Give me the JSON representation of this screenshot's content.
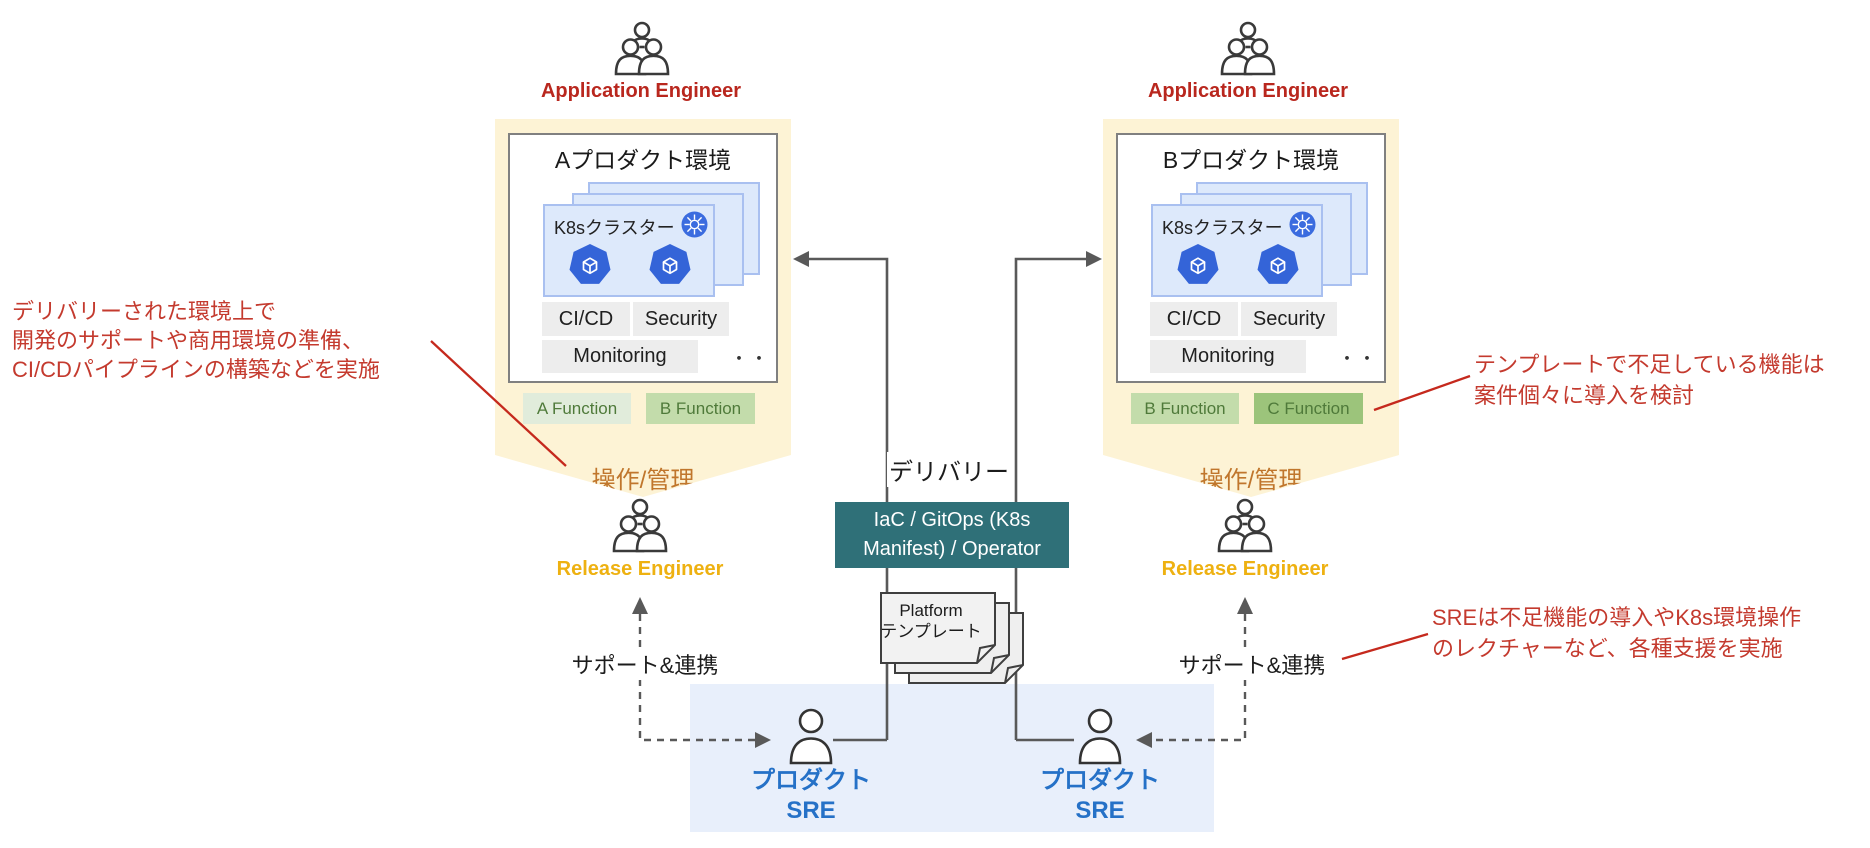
{
  "colors": {
    "app-red": "#b9271e",
    "release-gold": "#eeb111",
    "env-yellow": "#fdf3d5",
    "card-blue": "#dde9fb",
    "k8s-blue": "#3b6cdf",
    "pod-blue": "#3464d8",
    "teal": "#2f7078",
    "sre-blue-bg": "#e8effb",
    "sre-blue": "#2571c7",
    "operate-orange": "#c0762c",
    "annot-red": "#c43a2e",
    "line-gray": "#595959",
    "red-line": "#c5291d"
  },
  "roles": {
    "application_engineer": "Application Engineer",
    "release_engineer": "Release Engineer",
    "sre_line1": "プロダクト",
    "sre_line2": "SRE"
  },
  "environments": [
    {
      "title": "Aプロダクト環境",
      "cluster_label": "K8sクラスター",
      "capabilities": [
        "CI/CD",
        "Security",
        "Monitoring"
      ],
      "more_dots": "・・",
      "functions": [
        {
          "label": "A Function",
          "variant": "light"
        },
        {
          "label": "B Function",
          "variant": "medium"
        }
      ],
      "operate_label": "操作/管理"
    },
    {
      "title": "Bプロダクト環境",
      "cluster_label": "K8sクラスター",
      "capabilities": [
        "CI/CD",
        "Security",
        "Monitoring"
      ],
      "more_dots": "・・",
      "functions": [
        {
          "label": "B Function",
          "variant": "medium"
        },
        {
          "label": "C Function",
          "variant": "dark"
        }
      ],
      "operate_label": "操作/管理"
    }
  ],
  "delivery": {
    "label": "デリバリー",
    "box_label": "IaC / GitOps (K8s Manifest) / Operator",
    "template_line1": "Platform",
    "template_line2": "テンプレート"
  },
  "support_label": "サポート&連携",
  "annotations": {
    "left": {
      "lines": [
        "デリバリーされた環境上で",
        "開発のサポートや商用環境の準備、",
        "CI/CDパイプラインの構築などを実施"
      ]
    },
    "right_top": {
      "lines": [
        "テンプレートで不足している機能は",
        "案件個々に導入を検討"
      ]
    },
    "right_bottom": {
      "lines": [
        "SREは不足機能の導入やK8s環境操作",
        "のレクチャーなど、各種支援を実施"
      ]
    }
  }
}
